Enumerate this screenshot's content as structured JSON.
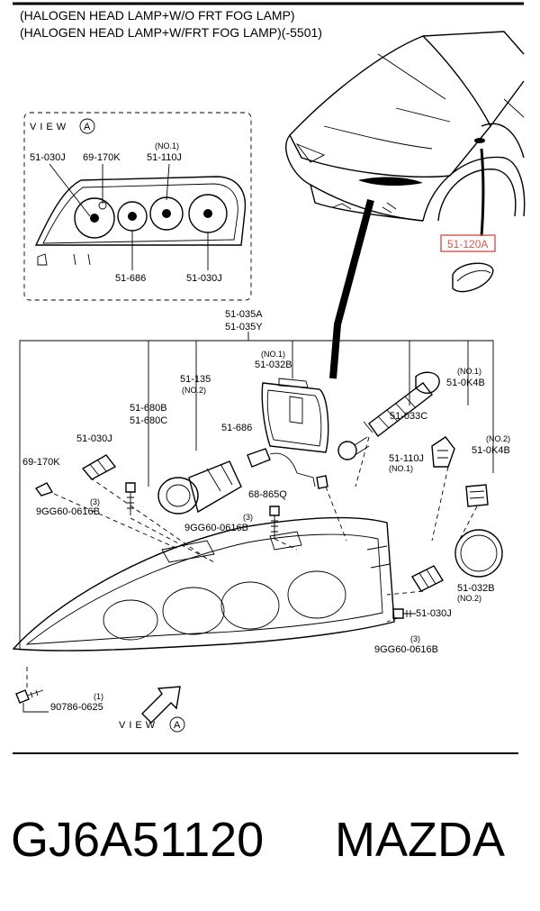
{
  "title_lines": [
    "(HALOGEN HEAD LAMP+W/O FRT FOG LAMP)",
    "(HALOGEN HEAD LAMP+W/FRT FOG LAMP)(-5501)"
  ],
  "view_box": {
    "word": "VIEW",
    "letter": "A",
    "labels": {
      "a": "51-030J",
      "b": "69-170K",
      "c_note": "(NO.1)",
      "c": "51-110J",
      "d": "51-686",
      "e": "51-030J"
    }
  },
  "highlight_part": "51-120A",
  "header_labels": {
    "a": "51-035A",
    "b": "51-035Y"
  },
  "parts": {
    "p_032b_note": "(NO.1)",
    "p_032b": "51-032B",
    "p_135": "51-135",
    "p_135_note": "(NO.2)",
    "p_680b": "51-680B",
    "p_680c": "51-680C",
    "p_686": "51-686",
    "p_033c": "51-033C",
    "p_k4b1_note": "(NO.1)",
    "p_k4b1": "51-0K4B",
    "p_k4b2_note": "(NO.2)",
    "p_k4b2": "51-0K4B",
    "p_030j": "51-030J",
    "p_170k": "69-170K",
    "p_110j": "51-110J",
    "p_110j_note": "(NO.1)",
    "p_865q": "68-865Q",
    "p_qty3a": "(3)",
    "p_9gg_a": "9GG60-0616B",
    "p_qty3b": "(3)",
    "p_9gg_b": "9GG60-0616B",
    "p_032b2": "51-032B",
    "p_032b2_note": "(NO.2)",
    "p_030j2": "51-030J",
    "p_qty3c": "(3)",
    "p_9gg_c": "9GG60-0616B",
    "p_qty1": "(1)",
    "p_90786": "90786-0625"
  },
  "view_arrow": {
    "word": "VIEW",
    "letter": "A"
  },
  "footer": {
    "part_number": "GJ6A51120",
    "brand": "MAZDA"
  },
  "colors": {
    "highlight": "#d9534f",
    "line": "#000000"
  }
}
